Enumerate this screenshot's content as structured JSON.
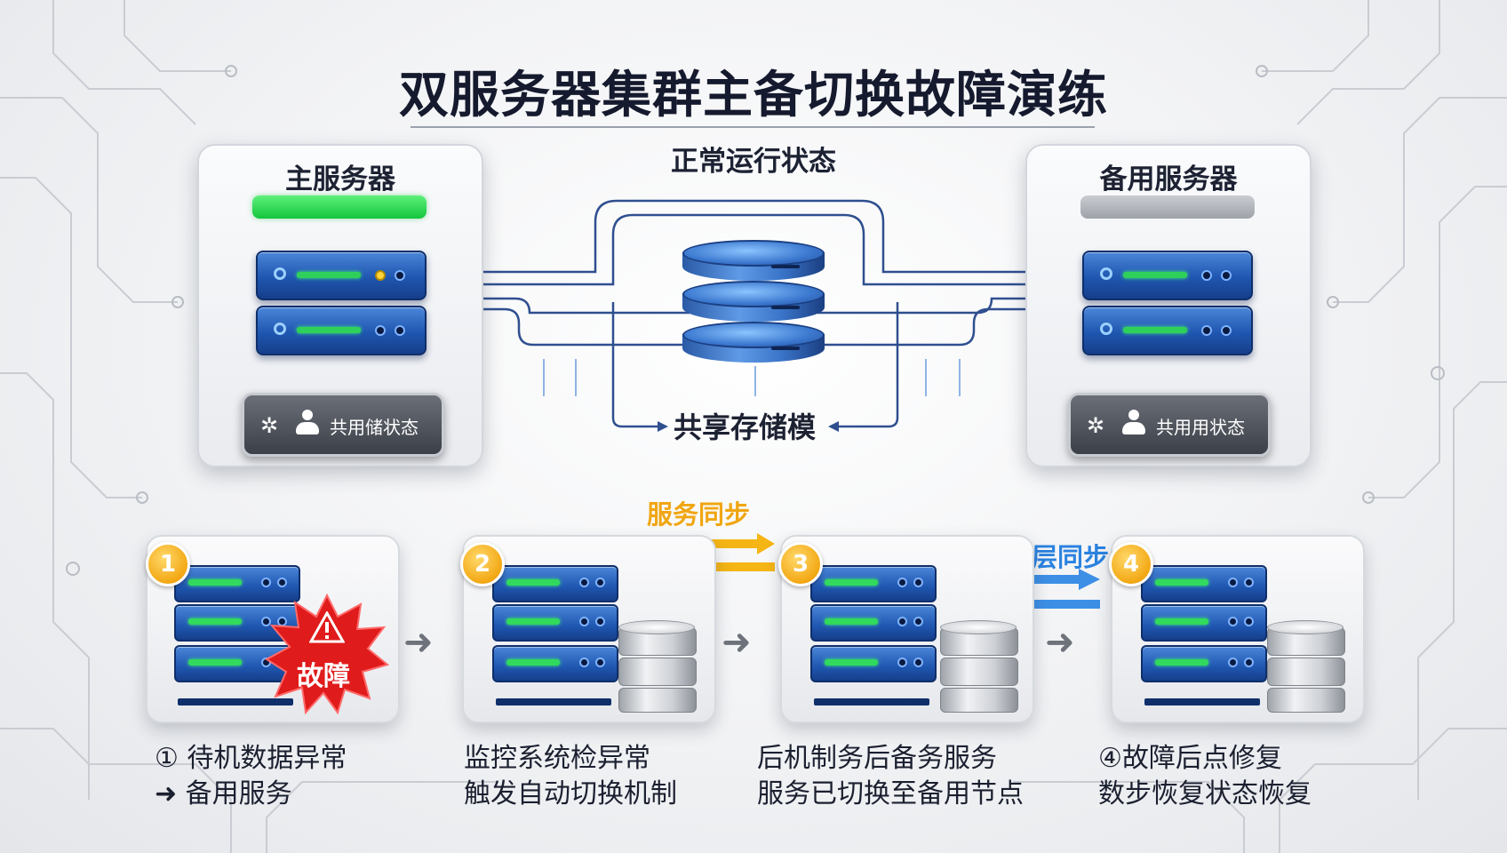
{
  "title": "双服务器集群主备切换故障演练",
  "subtitle": "正常运行状态",
  "colors": {
    "active": "#19c944",
    "standby": "#a4a8ae",
    "sync_primary": "#f5b515",
    "sync_secondary": "#2b82e0",
    "fault": "#e01b1b"
  },
  "main_server": {
    "title": "主服务器",
    "status": "active",
    "pill_text": "共用储状态"
  },
  "backup_server": {
    "title": "备用服务器",
    "status": "standby",
    "pill_text": "共用用状态"
  },
  "shared_storage": {
    "label": "共享存储模"
  },
  "sync_labels": {
    "service_sync": "服务同步",
    "data_sync": "悄步步层同步"
  },
  "steps": [
    {
      "number": "1",
      "badge_text": "故障",
      "caption_line1": "① 待机数据异常",
      "caption_line2": "➜ 备用服务"
    },
    {
      "number": "2",
      "caption_line1": "监控系统检异常",
      "caption_line2": "触发自动切换机制"
    },
    {
      "number": "3",
      "caption_line1": "后机制务后备务服务",
      "caption_line2": "服务已切换至备用节点"
    },
    {
      "number": "4",
      "caption_line1": "④故障后点修复",
      "caption_line2": "数步恢复状态恢复"
    }
  ],
  "icons": [
    "network-icon",
    "user-icon",
    "warning-icon",
    "arrow-right-icon",
    "sync-arrows-icon"
  ]
}
